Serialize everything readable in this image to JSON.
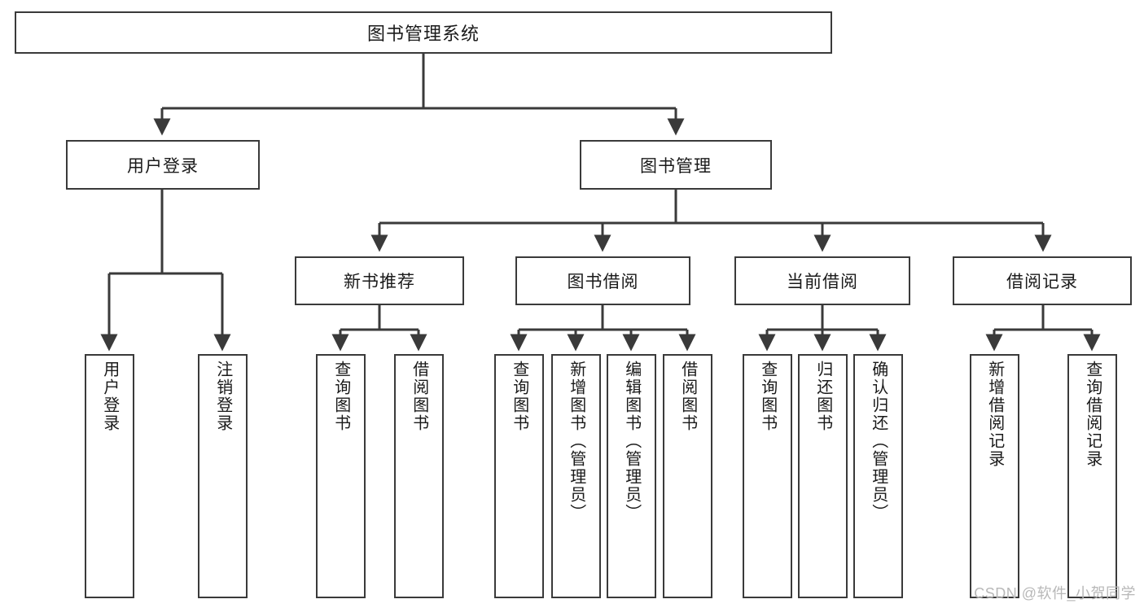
{
  "diagram": {
    "type": "tree",
    "title": "图书管理系统",
    "watermark": "CSDN @软件_小贺同学",
    "colors": {
      "stroke": "#3a3a3a",
      "background": "#ffffff",
      "text": "#1a1a1a",
      "watermark": "#b8b8b8"
    },
    "root": {
      "label": "图书管理系统"
    },
    "level2": [
      {
        "label": "用户登录"
      },
      {
        "label": "图书管理"
      }
    ],
    "level3": [
      {
        "label": "新书推荐"
      },
      {
        "label": "图书借阅"
      },
      {
        "label": "当前借阅"
      },
      {
        "label": "借阅记录"
      }
    ],
    "leaves": {
      "user_login": [
        {
          "label": "用户登录"
        },
        {
          "label": "注销登录"
        }
      ],
      "new_book": [
        {
          "label": "查询图书"
        },
        {
          "label": "借阅图书"
        }
      ],
      "book_borrow": [
        {
          "label": "查询图书"
        },
        {
          "label": "新增图书（管理员）"
        },
        {
          "label": "编辑图书（管理员）"
        },
        {
          "label": "借阅图书"
        }
      ],
      "current_borrow": [
        {
          "label": "查询图书"
        },
        {
          "label": "归还图书"
        },
        {
          "label": "确认归还（管理员）"
        }
      ],
      "borrow_record": [
        {
          "label": "新增借阅记录"
        },
        {
          "label": "查询借阅记录"
        }
      ]
    }
  }
}
